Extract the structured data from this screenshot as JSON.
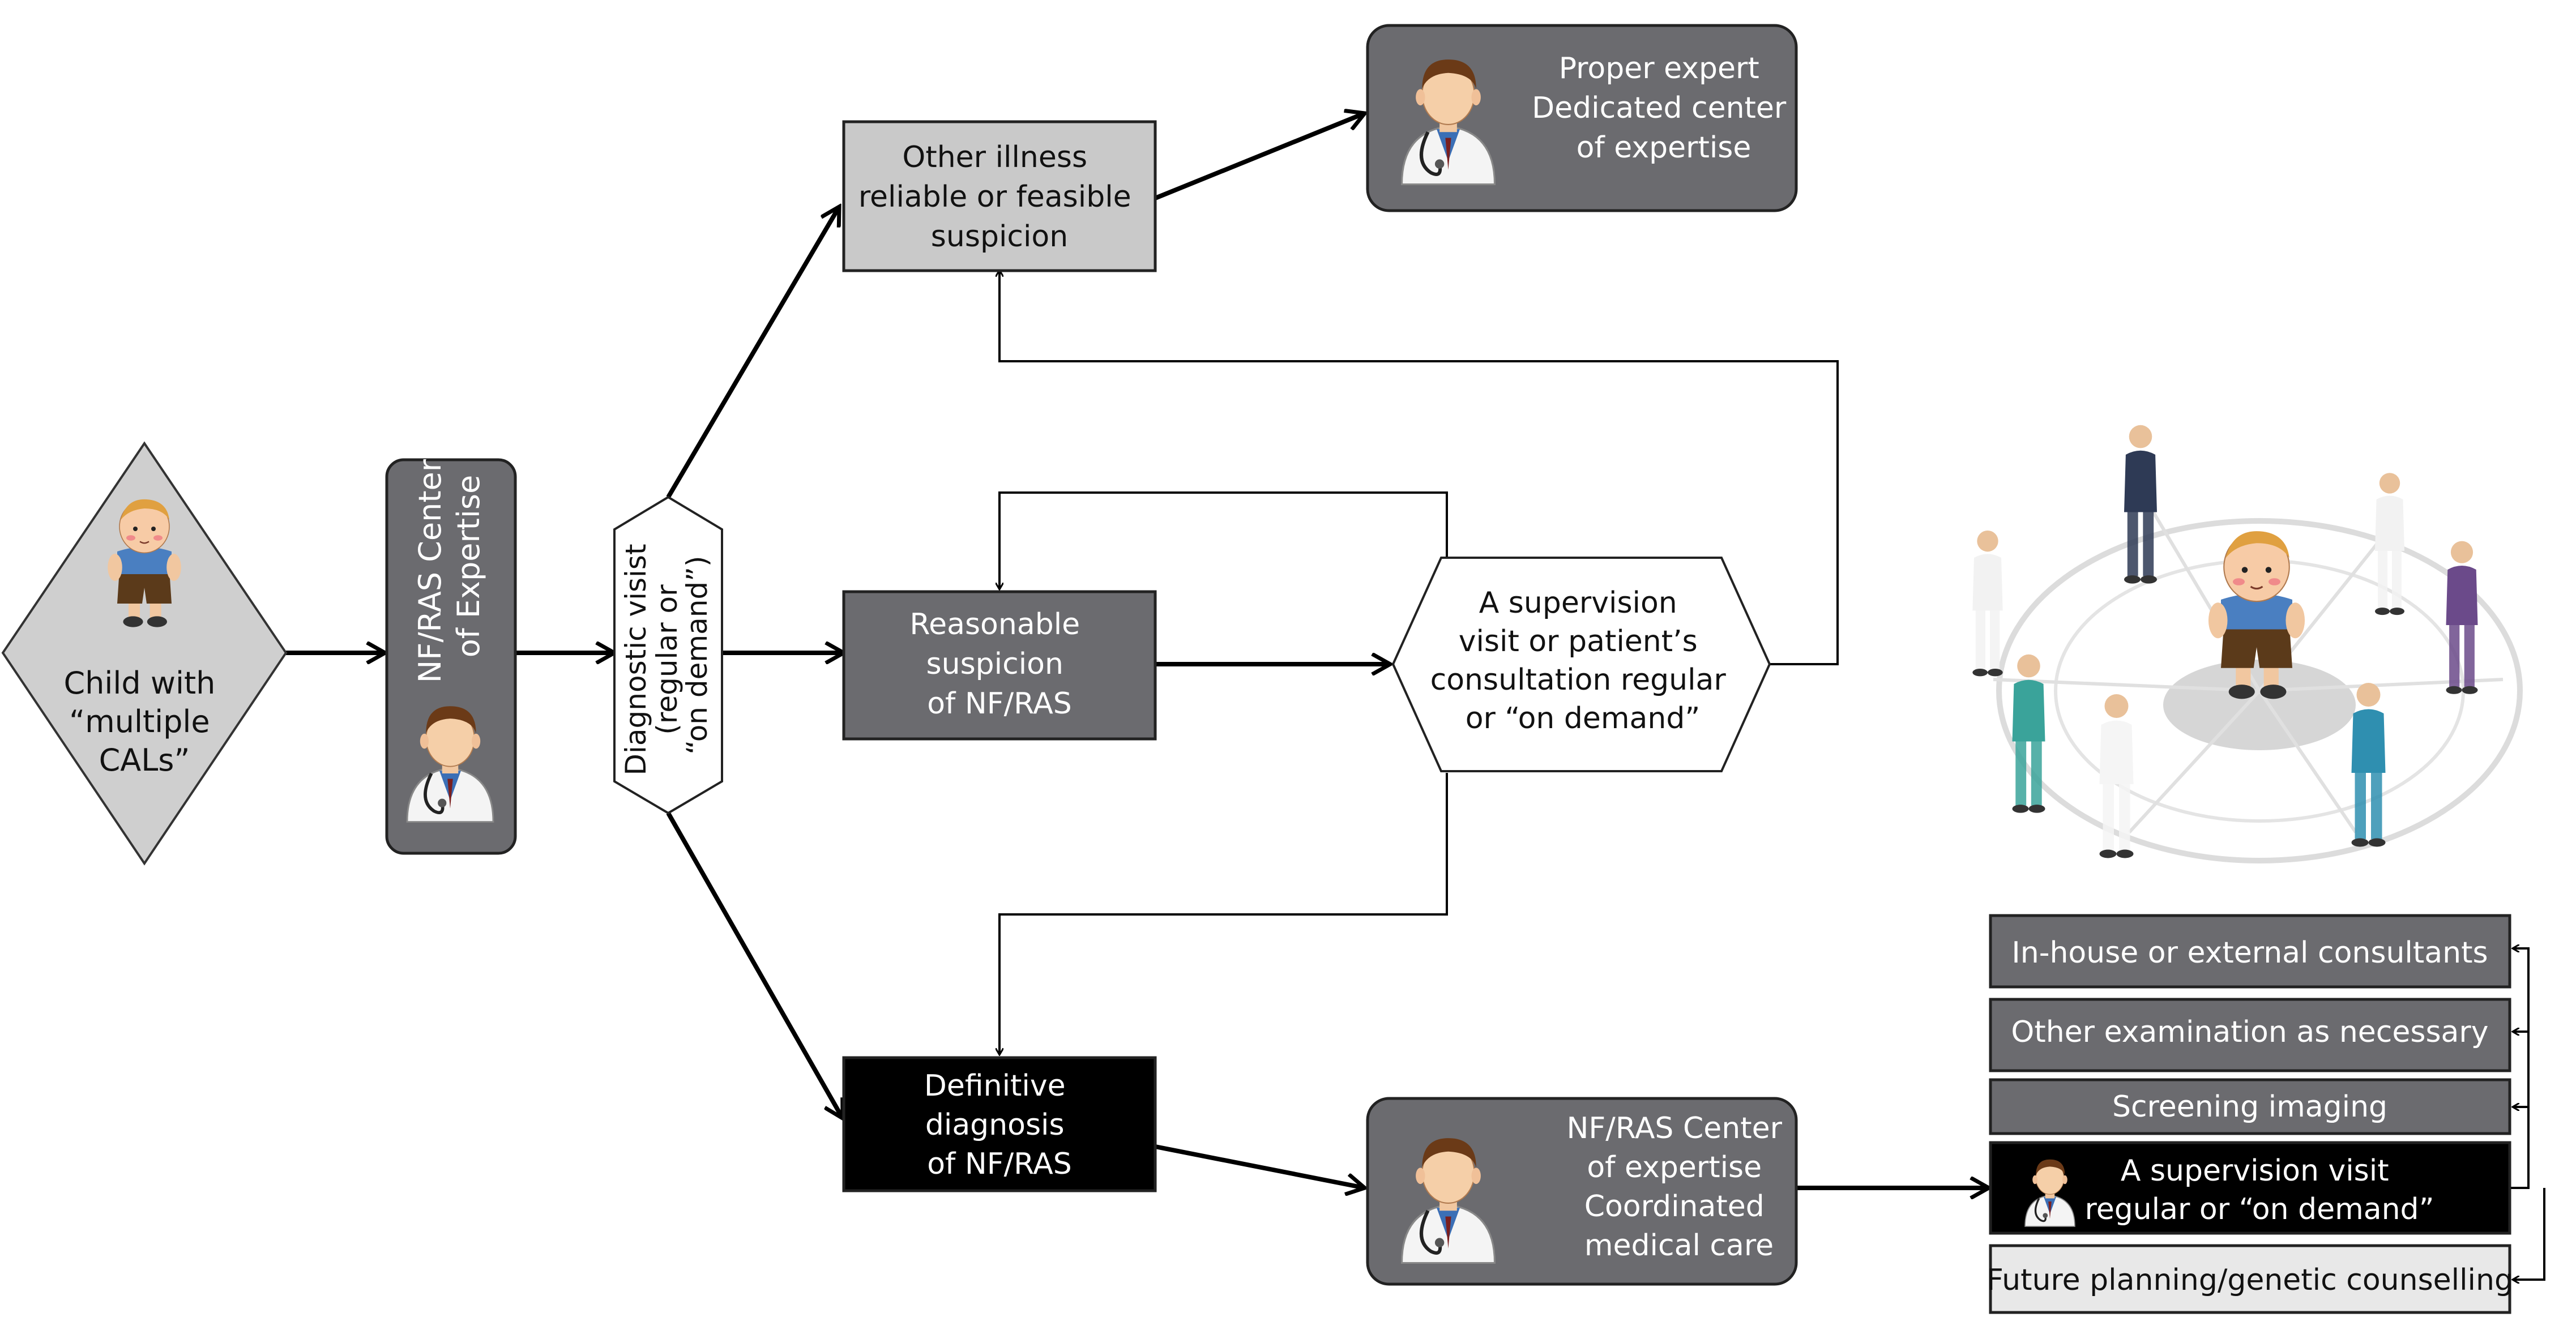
{
  "nodes": {
    "child": {
      "lines": [
        "Child with",
        "“multiple",
        "CALs”"
      ]
    },
    "center_expertise": {
      "lines": [
        "NF/RAS Center",
        "of Expertise"
      ]
    },
    "diagnostic_visit": {
      "lines": [
        "Diagnostic visist",
        "(regular or",
        "“on demand”)"
      ]
    },
    "other_illness": {
      "lines": [
        "Other illness",
        "reliable or feasible",
        "suspicion"
      ]
    },
    "proper_expert": {
      "lines": [
        "Proper expert",
        "Dedicated center",
        "of expertise"
      ]
    },
    "reasonable_suspicion": {
      "lines": [
        "Reasonable",
        "suspicion",
        "of NF/RAS"
      ]
    },
    "supervision_hex": {
      "lines": [
        "A supervision",
        "visit or patient’s",
        "consultation regular",
        "or “on demand”"
      ]
    },
    "definitive_diagnosis": {
      "lines": [
        "Definitive",
        "diagnosis",
        "of NF/RAS"
      ]
    },
    "coordinated_care": {
      "lines": [
        "NF/RAS Center",
        "of expertise",
        "Coordinated",
        "medical care"
      ]
    }
  },
  "care_list": [
    {
      "text": "In-house or external consultants",
      "style": "gray"
    },
    {
      "text": "Other examination as necessary",
      "style": "gray"
    },
    {
      "text": "Screening imaging",
      "style": "gray"
    },
    {
      "lines": [
        "A supervision visit",
        "regular or “on demand”"
      ],
      "style": "black"
    },
    {
      "text": "Future planning/genetic counselling",
      "style": "light"
    }
  ],
  "colors": {
    "dark_box": "#6b6b6f",
    "light_box": "#c9c9c9",
    "black_box": "#000000",
    "pale_box": "#e8e8e8",
    "diamond": "#cfcfcf"
  },
  "icons": [
    "child-icon",
    "doctor-icon",
    "care-team-icon"
  ]
}
